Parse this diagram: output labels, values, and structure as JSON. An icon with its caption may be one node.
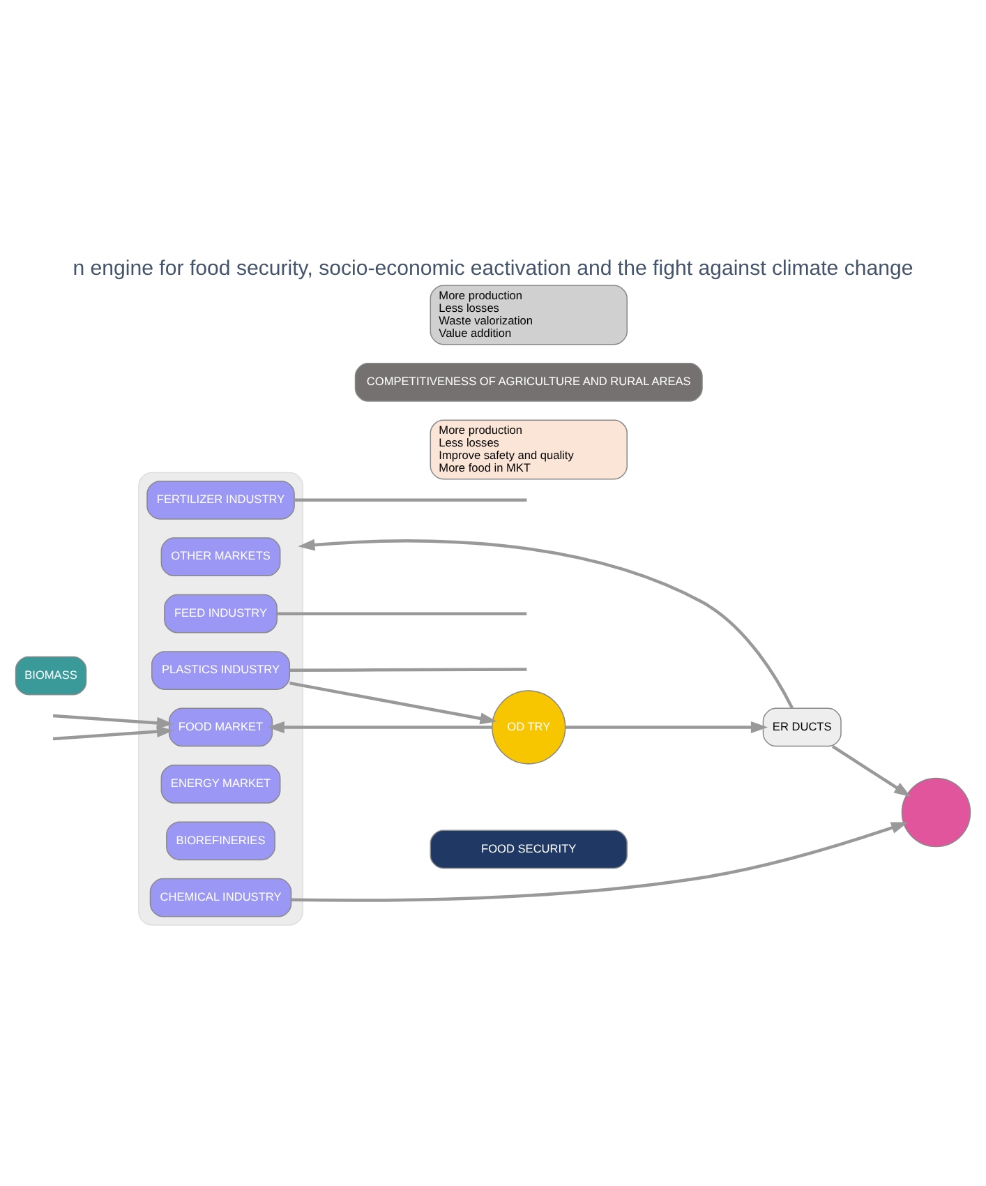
{
  "diagram": {
    "title": "n engine for food security, socio-economic eactivation and the fight against climate change",
    "nodes": [
      {
        "text": [],
        "shape": "box"
      },
      {
        "text": [
          "FOOD MARKET"
        ],
        "in": 0
      },
      {
        "text": [
          "FERTILIZER INDUSTRY"
        ],
        "in": 0
      },
      {
        "text": [
          "PLASTICS INDUSTRY"
        ],
        "in": 0
      },
      {
        "text": [
          "FEED INDUSTRY"
        ],
        "in": 0
      },
      {
        "text": [
          "CHEMICAL INDUSTRY"
        ],
        "in": 0
      },
      {
        "text": [
          "ENERGY MARKET"
        ],
        "in": 0
      },
      {
        "text": [
          "BIOREFINERIES"
        ],
        "in": 0
      },
      {
        "text": [
          "OTHER MARKETS"
        ],
        "in": 0
      },
      {
        "text": [
          "OD TRY"
        ]
      },
      {
        "text": [
          "BIOMASS"
        ]
      },
      {
        "text": [],
        "shape": "circle"
      },
      {
        "text": [
          "ER DUCTS"
        ]
      },
      {
        "text": [
          "FOOD SECURITY"
        ]
      },
      {
        "text": [
          "More production",
          "Less losses",
          "Improve safety and quality",
          "More food in MKT"
        ]
      },
      {
        "text": [
          "COMPETITIVENESS OF AGRICULTURE AND RURAL AREAS"
        ]
      },
      {
        "text": [
          "More production",
          "Less losses",
          "Waste valorization",
          "Value addition"
        ]
      }
    ],
    "edges": [
      {
        "from": null,
        "to": 1,
        "arrow": "to"
      },
      {
        "from": null,
        "to": 1,
        "arrow": "to"
      },
      {
        "from": 9,
        "to": 1,
        "arrow": "to"
      },
      {
        "from": 2,
        "to": null,
        "arrow": "none"
      },
      {
        "from": 3,
        "to": null,
        "arrow": "none"
      },
      {
        "from": 3,
        "to": 9,
        "arrow": "to"
      },
      {
        "from": 4,
        "to": null,
        "arrow": "none"
      },
      {
        "from": 5,
        "to": 11,
        "arrow": "to"
      },
      {
        "from": 9,
        "to": 12,
        "arrow": "to"
      },
      {
        "from": 12,
        "to": 11,
        "arrow": "to"
      },
      {
        "from": 12,
        "to": 0,
        "arrow": "to"
      }
    ]
  }
}
